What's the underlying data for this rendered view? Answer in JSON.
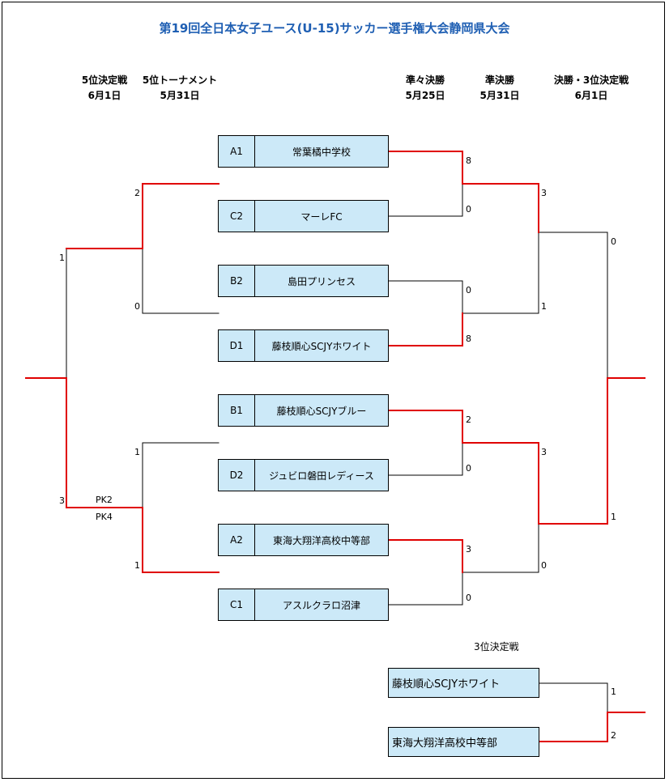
{
  "title": "第19回全日本女子ユース(U-15)サッカー選手権大会静岡県大会",
  "headers": {
    "fifth_final": {
      "round": "5位決定戦",
      "date": "6月1日"
    },
    "fifth_tournament": {
      "round": "5位トーナメント",
      "date": "5月31日"
    },
    "quarterfinal": {
      "round": "準々決勝",
      "date": "5月25日"
    },
    "semifinal": {
      "round": "準決勝",
      "date": "5月31日"
    },
    "final": {
      "round": "決勝・3位決定戦",
      "date": "6月1日"
    }
  },
  "teams": [
    {
      "code": "A1",
      "name": "常葉橘中学校"
    },
    {
      "code": "C2",
      "name": "マーレFC"
    },
    {
      "code": "B2",
      "name": "島田プリンセス"
    },
    {
      "code": "D1",
      "name": "藤枝順心SCJYホワイト"
    },
    {
      "code": "B1",
      "name": "藤枝順心SCJYブルー"
    },
    {
      "code": "D2",
      "name": "ジュビロ磐田レディース"
    },
    {
      "code": "A2",
      "name": "東海大翔洋高校中等部"
    },
    {
      "code": "C1",
      "name": "アスルクラロ沼津"
    }
  ],
  "quarterfinal_scores": [
    "8",
    "0",
    "0",
    "8",
    "2",
    "0",
    "3",
    "0"
  ],
  "semifinal_scores": [
    "3",
    "1",
    "3",
    "0"
  ],
  "final_scores": [
    "0",
    "1"
  ],
  "fifth_tournament_scores": [
    "2",
    "0",
    "1",
    "1"
  ],
  "fifth_final_scores": [
    "1",
    "3"
  ],
  "pk": [
    "PK2",
    "PK4"
  ],
  "third_place": {
    "label": "3位決定戦",
    "teams": [
      "藤枝順心SCJYホワイト",
      "東海大翔洋高校中等部"
    ],
    "scores": [
      "1",
      "2"
    ]
  },
  "colors": {
    "title": "#1f5fb3",
    "box": "#cce9f8",
    "win_line": "#e00000",
    "line": "#000000"
  }
}
